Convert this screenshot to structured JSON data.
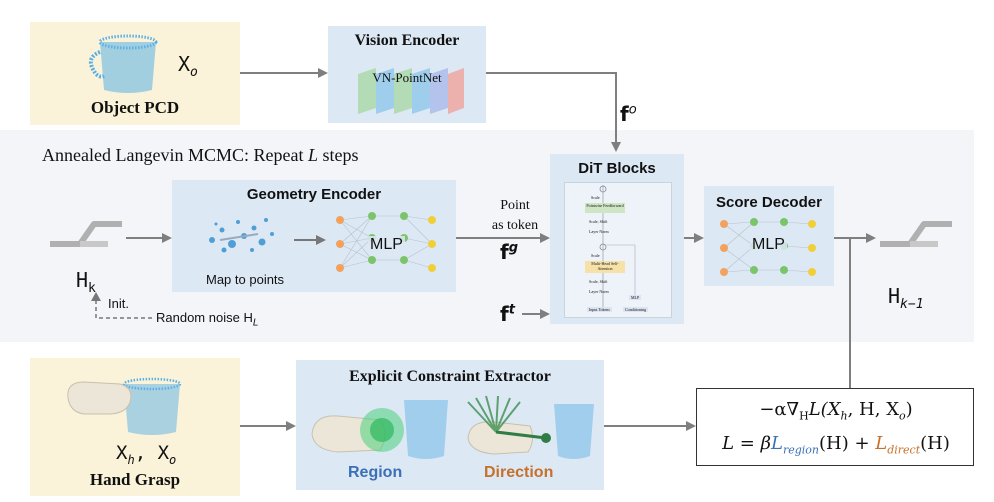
{
  "object_pcd": {
    "label": "Object PCD",
    "symbol": "X",
    "symbol_sub": "o"
  },
  "vision_encoder": {
    "title": "Vision Encoder",
    "backbone": "VN-PointNet"
  },
  "feature_o": {
    "symbol": "f",
    "sup": "o"
  },
  "mcmc": {
    "label": "Annealed Langevin MCMC: Repeat ",
    "steps_var": "L",
    "label_end": " steps"
  },
  "geometry_encoder": {
    "title": "Geometry Encoder",
    "sub": "Map to points",
    "mlp": "MLP"
  },
  "point_token": {
    "line1": "Point",
    "line2": "as token"
  },
  "feature_g": {
    "symbol": "f",
    "sup": "g"
  },
  "feature_t": {
    "symbol": "f",
    "sup": "t"
  },
  "dit": {
    "title": "DiT Blocks",
    "inner_labels": [
      "Scale",
      "Pointwise Feedforward",
      "Scale, Shift",
      "Layer Norm",
      "Scale",
      "Multi-Head Self-Attention",
      "Scale, Shift",
      "Layer Norm",
      "Input Tokens",
      "MLP",
      "Conditioning"
    ]
  },
  "score_decoder": {
    "title": "Score Decoder",
    "mlp": "MLP"
  },
  "h_k": {
    "symbol": "H",
    "sub": "k"
  },
  "h_k_minus_1": {
    "symbol": "H",
    "sub": "k−1"
  },
  "init": {
    "label": "Init.",
    "noise": "Random noise H",
    "noise_sub": "L"
  },
  "hand_grasp": {
    "label": "Hand Grasp",
    "symbol_a": "X",
    "sub_a": "h",
    "symbol_b": "X",
    "sub_b": "o"
  },
  "constraint_extractor": {
    "title": "Explicit Constraint Extractor",
    "region": "Region",
    "direction": "Direction"
  },
  "formula": {
    "line1": "−α∇",
    "line1_grad_sub": "H",
    "line1_rest": "L(X",
    "line1_h": "h",
    "line1_mid": ", H, X",
    "line1_o": "o",
    "line1_end": ")",
    "line2_start": "L = β",
    "region_term": "L",
    "region_sub": "region",
    "line2_mid": "(H) + ",
    "direct_term": "L",
    "direct_sub": "direct",
    "line2_end": "(H)"
  },
  "colors": {
    "region": "#3b6fb6",
    "direction": "#c7702a",
    "arrow": "#7f7f7f",
    "object_bg": "#fbf3d9",
    "encoder_bg": "#dde8f5"
  }
}
